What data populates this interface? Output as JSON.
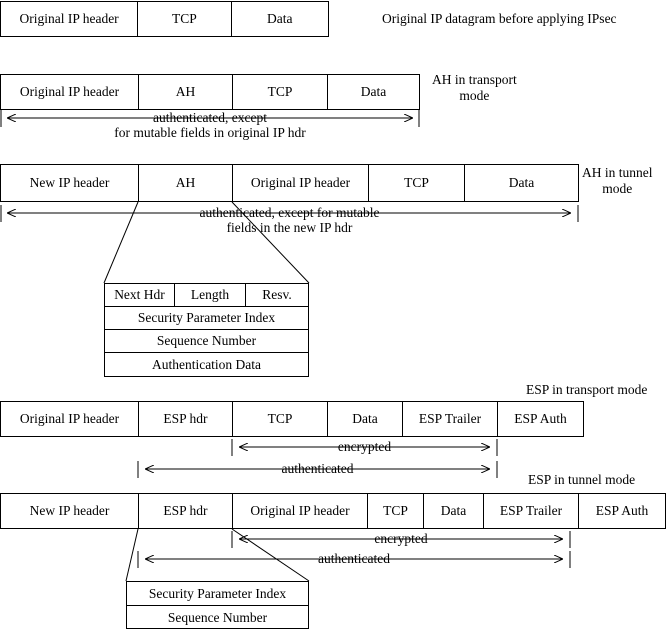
{
  "diagram": {
    "title": "IPsec packet formats",
    "stroke_color": "#000000",
    "background_color": "#ffffff"
  },
  "rows": [
    {
      "id": "original-datagram",
      "caption": "Original IP datagram before applying IPsec",
      "caption_lines": [
        "Original IP datagram before applying IPsec"
      ],
      "fields": [
        {
          "label": "Original IP header"
        },
        {
          "label": "TCP"
        },
        {
          "label": "Data"
        }
      ]
    },
    {
      "id": "ah-transport",
      "caption": "AH in transport mode",
      "caption_lines": [
        "AH in transport",
        "mode"
      ],
      "fields": [
        {
          "label": "Original IP header"
        },
        {
          "label": "AH"
        },
        {
          "label": "TCP"
        },
        {
          "label": "Data"
        }
      ],
      "annotations": [
        {
          "id": "ah-transport-authenticated",
          "label": "authenticated, except",
          "sublabel": "for mutable fields in original IP hdr"
        }
      ]
    },
    {
      "id": "ah-tunnel",
      "caption": "AH in tunnel mode",
      "caption_lines": [
        "AH in tunnel",
        "mode"
      ],
      "fields": [
        {
          "label": "New IP header"
        },
        {
          "label": "AH"
        },
        {
          "label": "Original IP header"
        },
        {
          "label": "TCP"
        },
        {
          "label": "Data"
        }
      ],
      "annotations": [
        {
          "id": "ah-tunnel-authenticated",
          "label": "authenticated, except for mutable",
          "sublabel": "fields in the new IP hdr"
        }
      ]
    },
    {
      "id": "esp-transport",
      "caption": "ESP in transport mode",
      "caption_lines": [
        "ESP in transport mode"
      ],
      "fields": [
        {
          "label": "Original IP header"
        },
        {
          "label": "ESP hdr"
        },
        {
          "label": "TCP"
        },
        {
          "label": "Data"
        },
        {
          "label": "ESP Trailer"
        },
        {
          "label": "ESP Auth"
        }
      ],
      "annotations": [
        {
          "id": "esp-transport-encrypted",
          "label": "encrypted"
        },
        {
          "id": "esp-transport-authenticated",
          "label": "authenticated"
        }
      ]
    },
    {
      "id": "esp-tunnel",
      "caption": "ESP in tunnel mode",
      "caption_lines": [
        "ESP in tunnel mode"
      ],
      "fields": [
        {
          "label": "New IP header"
        },
        {
          "label": "ESP hdr"
        },
        {
          "label": "Original IP header"
        },
        {
          "label": "TCP"
        },
        {
          "label": "Data"
        },
        {
          "label": "ESP Trailer"
        },
        {
          "label": "ESP Auth"
        }
      ],
      "annotations": [
        {
          "id": "esp-tunnel-encrypted",
          "label": "encrypted"
        },
        {
          "id": "esp-tunnel-authenticated",
          "label": "authenticated"
        }
      ]
    }
  ],
  "ah_header_detail": {
    "id": "ah-header-detail",
    "row1": [
      {
        "label": "Next Hdr"
      },
      {
        "label": "Length"
      },
      {
        "label": "Resv."
      }
    ],
    "row2": {
      "label": "Security Parameter Index"
    },
    "row3": {
      "label": "Sequence Number"
    },
    "row4": {
      "label": "Authentication Data"
    }
  },
  "esp_header_detail": {
    "id": "esp-header-detail",
    "row1": {
      "label": "Security Parameter Index"
    },
    "row2": {
      "label": "Sequence Number"
    }
  }
}
